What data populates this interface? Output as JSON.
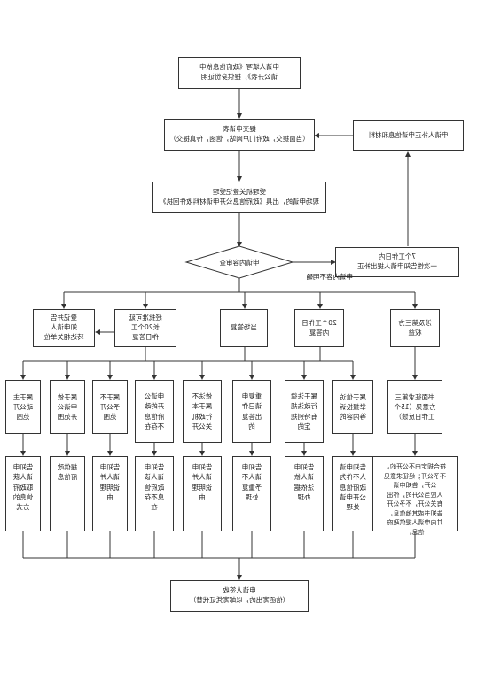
{
  "nodes": {
    "apply": "申请人填写《政府信息依申\n请公开表》，提供身份证明",
    "submit": "提交申请表\n（当面提交，政府门户网站，信函，传真提交）",
    "supplement": "申请人补正申请信息和材料",
    "accept": "受理机关登记受理\n现场申请的，出具《政府信息公开申请材料收件回执》",
    "notify_correction": "7个工作日内\n一次性告知申请人提出补正",
    "review": "申请内容审查",
    "unclear_label": "申请内容不明确",
    "cat_third_party": "涉及第三方\n权益",
    "cat_20days": "20个工作日\n内答复",
    "cat_onsite": "当场答复",
    "cat_20days_nopublic": "经批准可延\n长20个工\n作日答复",
    "cat_register": "登记并告\n知申请人\n转达相关单位",
    "col1_condition": "书面征求第三\n方意见（15个\n工作日反馈）",
    "col2_condition": "属于信访\n举报投诉\n等内容的",
    "col3_condition": "属于法律\n行政法规\n有特别规\n定的",
    "col4_condition": "重复申\n请已作\n出答复\n的",
    "col5_condition": "依法不\n属于本\n行政机\n关公开",
    "col6_condition": "申请公\n开的政\n府信息\n不存在",
    "col7_condition": "属于不\n予公开\n范围",
    "col8_condition": "属于依\n申请公\n开范围",
    "col9_condition": "属于主\n动公开\n范围",
    "col1_result": "符合规定由不公开的，\n不予公开；经征求意见\n公开，告知申请\n人应当公开的，作出\n有关公开，不予公开\n告知书或其他信息，\n并向申请人提供政府\n信息。",
    "col2_result": "告知申请\n人不作为\n政府信息\n公开申请\n处理",
    "col3_result": "告知申\n请人依\n法依据\n办理",
    "col4_result": "告知申\n请人不\n予重复\n处理",
    "col5_result": "告知申\n请人并\n说明理\n由",
    "col6_result": "告知申\n请人该\n政府信\n息不存\n在",
    "col7_result": "告知申\n请人并\n说明理\n由",
    "col8_result": "提供政\n府信息",
    "col9_result": "告知申\n请人获\n取政府\n信息的\n方式",
    "receive": "申请人签收\n（信函寄出的，以邮寄凭证代替）"
  }
}
